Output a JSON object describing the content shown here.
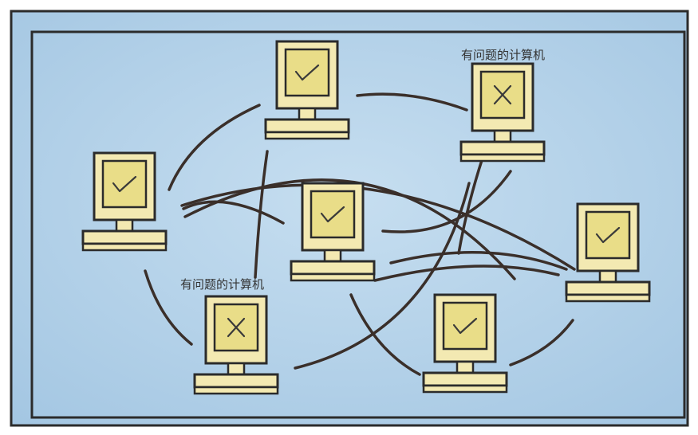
{
  "colors": {
    "background": "#b4d3ea",
    "frame": "#2b2b2b",
    "cable": "#3a2f2a",
    "monitor_body": "#f3e9b2",
    "screen": "#e9dd88",
    "outline": "#2b2b2b"
  },
  "nodes": [
    {
      "id": "n1",
      "status": "ok",
      "icon": "check-mark",
      "label": ""
    },
    {
      "id": "n2",
      "status": "problem",
      "icon": "x-mark",
      "label": "有问题的计算机"
    },
    {
      "id": "n3",
      "status": "ok",
      "icon": "check-mark",
      "label": ""
    },
    {
      "id": "n4",
      "status": "ok",
      "icon": "check-mark",
      "label": ""
    },
    {
      "id": "n5",
      "status": "ok",
      "icon": "check-mark",
      "label": ""
    },
    {
      "id": "n6",
      "status": "problem",
      "icon": "x-mark",
      "label": "有问题的计算机"
    },
    {
      "id": "n7",
      "status": "ok",
      "icon": "check-mark",
      "label": ""
    }
  ]
}
